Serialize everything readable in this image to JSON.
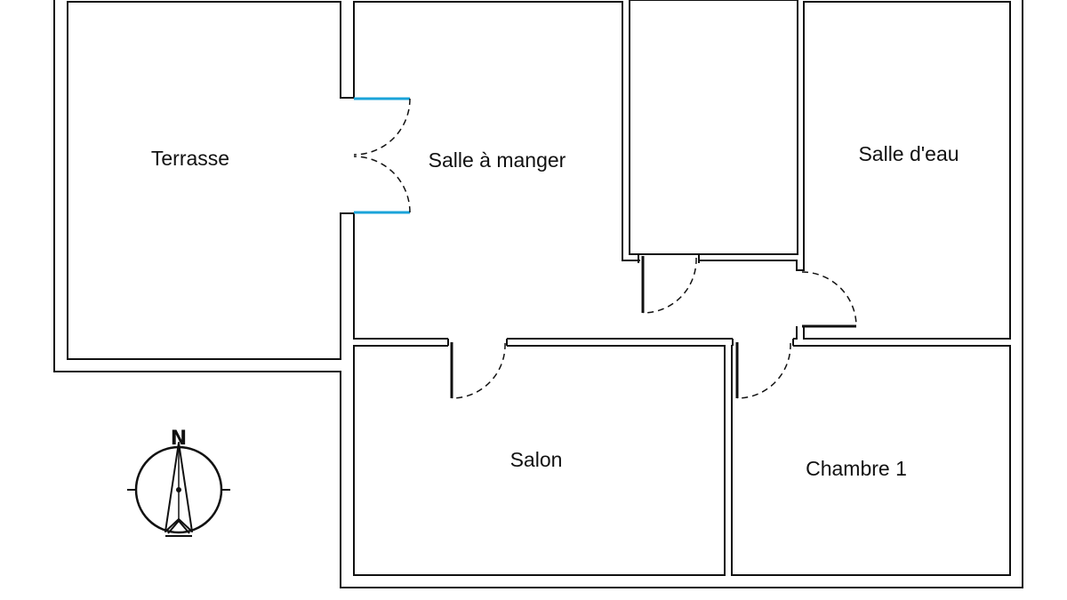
{
  "rooms": {
    "terrasse": "Terrasse",
    "salle_a_manger": "Salle à manger",
    "salle_d_eau": "Salle d'eau",
    "salon": "Salon",
    "chambre_1": "Chambre 1"
  },
  "compass": {
    "north_label": "N"
  },
  "colors": {
    "wall": "#111111",
    "window": "#1aa3d9",
    "background": "#ffffff"
  }
}
